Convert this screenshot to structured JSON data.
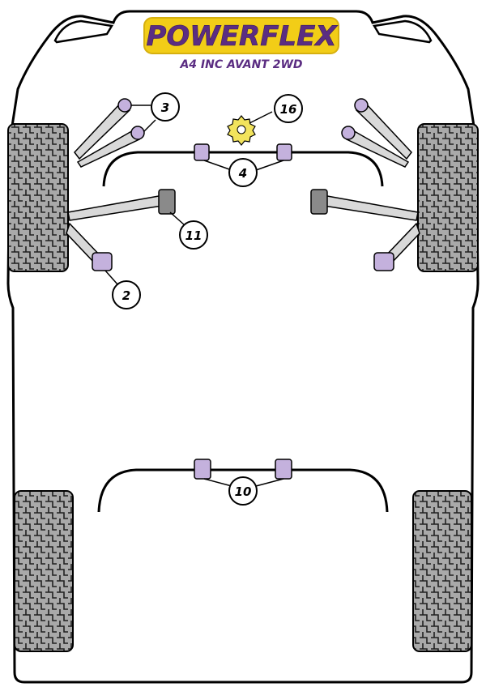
{
  "brand": {
    "name": "POWERFLEX",
    "model": "A4 INC AVANT 2WD",
    "text_color": "#5b2d82",
    "badge_color": "#f2cd17"
  },
  "colors": {
    "bush_purple": "#c4b1dd",
    "bush_yellow": "#f2e35c",
    "tyre_fill": "#a7a7a7",
    "outline": "#000000"
  },
  "callouts": [
    {
      "id": "callout-3",
      "label": "3"
    },
    {
      "id": "callout-16",
      "label": "16"
    },
    {
      "id": "callout-4",
      "label": "4"
    },
    {
      "id": "callout-11",
      "label": "11"
    },
    {
      "id": "callout-2",
      "label": "2"
    },
    {
      "id": "callout-10",
      "label": "10"
    }
  ]
}
